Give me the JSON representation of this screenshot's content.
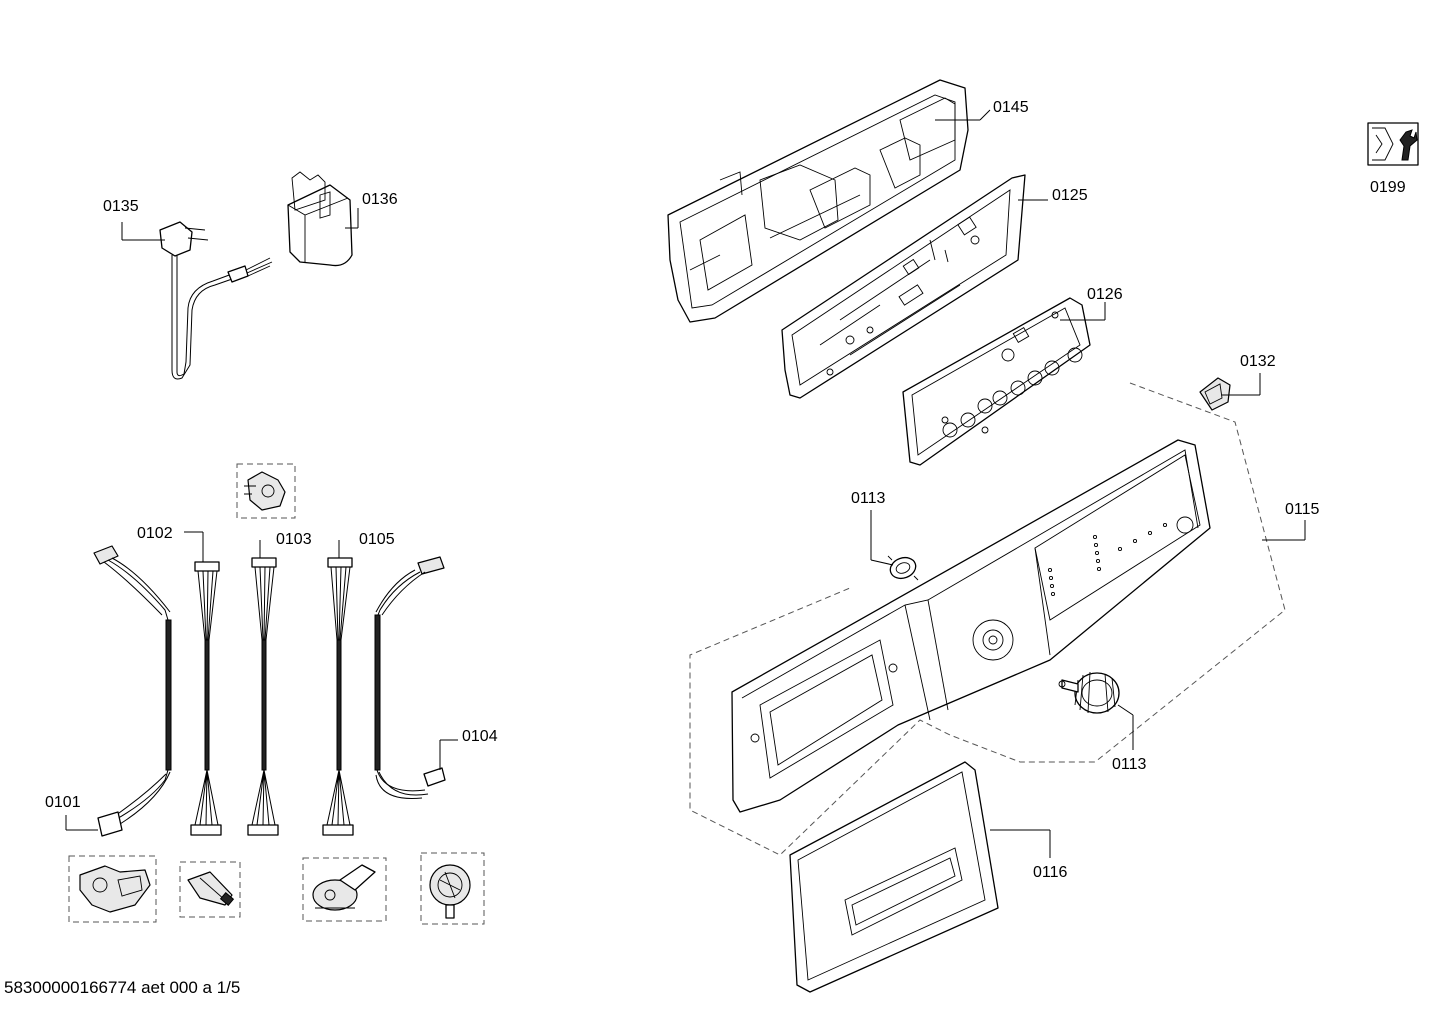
{
  "labels": {
    "p0145": "0145",
    "p0125": "0125",
    "p0126": "0126",
    "p0132": "0132",
    "p0115": "0115",
    "p0113_top": "0113",
    "p0113_bottom": "0113",
    "p0116": "0116",
    "p0135": "0135",
    "p0136": "0136",
    "p0101": "0101",
    "p0102": "0102",
    "p0103": "0103",
    "p0104": "0104",
    "p0105": "0105",
    "p0199": "0199"
  },
  "footer": "58300000166774 aet 000 a 1/5",
  "icons": {
    "service": "wrench-icon"
  }
}
